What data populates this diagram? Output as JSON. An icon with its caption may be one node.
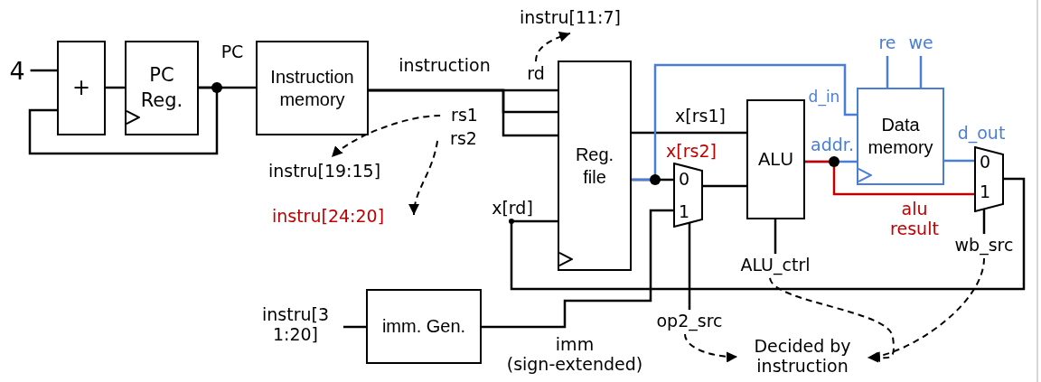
{
  "diagram": {
    "nodes": [
      {
        "text": [
          "4"
        ]
      },
      {
        "text": [
          "+"
        ]
      },
      {
        "text": [
          "PC Reg."
        ]
      },
      {
        "text": [
          "Instruction memory"
        ]
      },
      {
        "text": [
          "rd"
        ]
      },
      {
        "text": [
          "instru[11:7]"
        ]
      },
      {
        "text": [
          "rs1"
        ]
      },
      {
        "text": [
          "rs2"
        ]
      },
      {
        "text": [
          "instru[19:15]"
        ]
      },
      {
        "text": [
          "instru[24:20]"
        ]
      },
      {
        "text": [
          "Reg. file"
        ]
      },
      {
        "text": [
          "0",
          "1"
        ]
      },
      {
        "text": [
          "ALU"
        ]
      },
      {
        "text": [
          "Data memory"
        ]
      },
      {
        "text": [
          "re"
        ]
      },
      {
        "text": [
          "we"
        ]
      },
      {
        "text": [
          "0",
          "1"
        ]
      },
      {
        "text": [
          "instru[3 1:20]"
        ]
      },
      {
        "text": [
          "imm. Gen."
        ]
      },
      {
        "text": [
          "op2_src"
        ]
      },
      {
        "text": [
          "ALU_ctrl"
        ]
      },
      {
        "text": [
          "wb_src"
        ]
      },
      {
        "text": [
          "Decided by instruction"
        ]
      }
    ],
    "edges": [
      {
        "from": 0,
        "to": 1,
        "arrow": "none"
      },
      {
        "from": 1,
        "to": 2,
        "arrow": "none"
      },
      {
        "from": 2,
        "to": 3,
        "arrow": "none",
        "label": "PC"
      },
      {
        "from": 2,
        "to": 1,
        "arrow": "none"
      },
      {
        "from": 3,
        "to": 10,
        "arrow": "none",
        "label": "instruction"
      },
      {
        "from": 3,
        "to": 10,
        "arrow": "none"
      },
      {
        "from": 3,
        "to": 10,
        "arrow": "none"
      },
      {
        "from": 4,
        "to": 5,
        "arrow": "to",
        "style": "dashed"
      },
      {
        "from": 6,
        "to": 8,
        "arrow": "to",
        "style": "dashed"
      },
      {
        "from": 7,
        "to": 9,
        "arrow": "to",
        "style": "dashed"
      },
      {
        "from": 10,
        "to": 12,
        "arrow": "none",
        "label": "x[rs1]"
      },
      {
        "from": 10,
        "to": 11,
        "arrow": "none",
        "label": "x[rs2]"
      },
      {
        "from": 10,
        "to": 13,
        "arrow": "none",
        "label": "d_in",
        "color": "#4a7ed6"
      },
      {
        "from": 12,
        "to": 13,
        "arrow": "none",
        "label": "addr.",
        "color": "#4a7ed6"
      },
      {
        "from": 12,
        "to": 16,
        "arrow": "none",
        "label": "alu result",
        "color": "#c00000"
      },
      {
        "from": 14,
        "to": 13,
        "arrow": "none",
        "color": "#4a7ed6"
      },
      {
        "from": 15,
        "to": 13,
        "arrow": "none",
        "color": "#4a7ed6"
      },
      {
        "from": 13,
        "to": 16,
        "arrow": "none",
        "label": "d_out",
        "color": "#4a7ed6"
      },
      {
        "from": 11,
        "to": 12,
        "arrow": "none"
      },
      {
        "from": 16,
        "to": 10,
        "arrow": "none",
        "label": "x[rd]"
      },
      {
        "from": 17,
        "to": 18,
        "arrow": "none"
      },
      {
        "from": 18,
        "to": 11,
        "arrow": "none",
        "label": "imm (sign-extended)"
      },
      {
        "from": 19,
        "to": 11,
        "arrow": "none"
      },
      {
        "from": 20,
        "to": 12,
        "arrow": "none"
      },
      {
        "from": 21,
        "to": 16,
        "arrow": "none"
      },
      {
        "from": 19,
        "to": 22,
        "arrow": "to",
        "style": "dashed"
      },
      {
        "from": 20,
        "to": 22,
        "arrow": "to",
        "style": "dashed"
      },
      {
        "from": 21,
        "to": 22,
        "arrow": "to",
        "style": "dashed"
      }
    ]
  }
}
